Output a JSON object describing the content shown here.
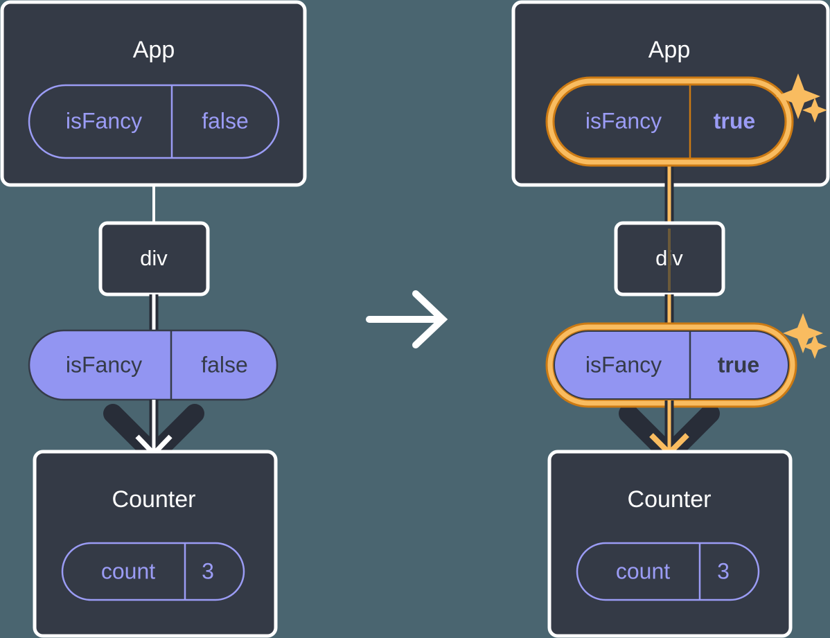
{
  "diagram": {
    "title": "React state update: isFancy prop propagation",
    "background_color": "#4a6570",
    "panel_fill": "#343a46",
    "panel_border": "#ffffff",
    "pill_solid_fill": "#9295f2",
    "pill_outline_stroke": "#9b9cf5",
    "highlight_outer": "#cc7a13",
    "highlight_inner": "#f9bc60",
    "line_dark": "#282d38",
    "line_white": "#ffffff",
    "text_dark": "#353b48"
  },
  "panels": [
    {
      "id": "before",
      "app_box": {
        "title": "App",
        "pill": {
          "style": "outline",
          "key": "isFancy",
          "value": "false",
          "highlighted": false,
          "bold_value": false
        }
      },
      "div_node": {
        "label": "div"
      },
      "middle_pill": {
        "style": "solid",
        "key": "isFancy",
        "value": "false",
        "highlighted": false,
        "bold_value": false
      },
      "counter_box": {
        "title": "Counter",
        "pill": {
          "style": "outline",
          "key": "count",
          "value": "3",
          "highlighted": false,
          "bold_value": false
        }
      },
      "edge_color": "#ffffff",
      "sparkles": false
    },
    {
      "id": "after",
      "app_box": {
        "title": "App",
        "pill": {
          "style": "outline",
          "key": "isFancy",
          "value": "true",
          "highlighted": true,
          "bold_value": true
        }
      },
      "div_node": {
        "label": "div"
      },
      "middle_pill": {
        "style": "solid",
        "key": "isFancy",
        "value": "true",
        "highlighted": true,
        "bold_value": true
      },
      "counter_box": {
        "title": "Counter",
        "pill": {
          "style": "outline",
          "key": "count",
          "value": "3",
          "highlighted": false,
          "bold_value": false
        }
      },
      "edge_color": "#f9bc60",
      "sparkles": true
    }
  ],
  "transition": {
    "icon": "right-arrow-icon",
    "color": "#ffffff"
  },
  "sparkle_icon_name": "sparkle-icon"
}
